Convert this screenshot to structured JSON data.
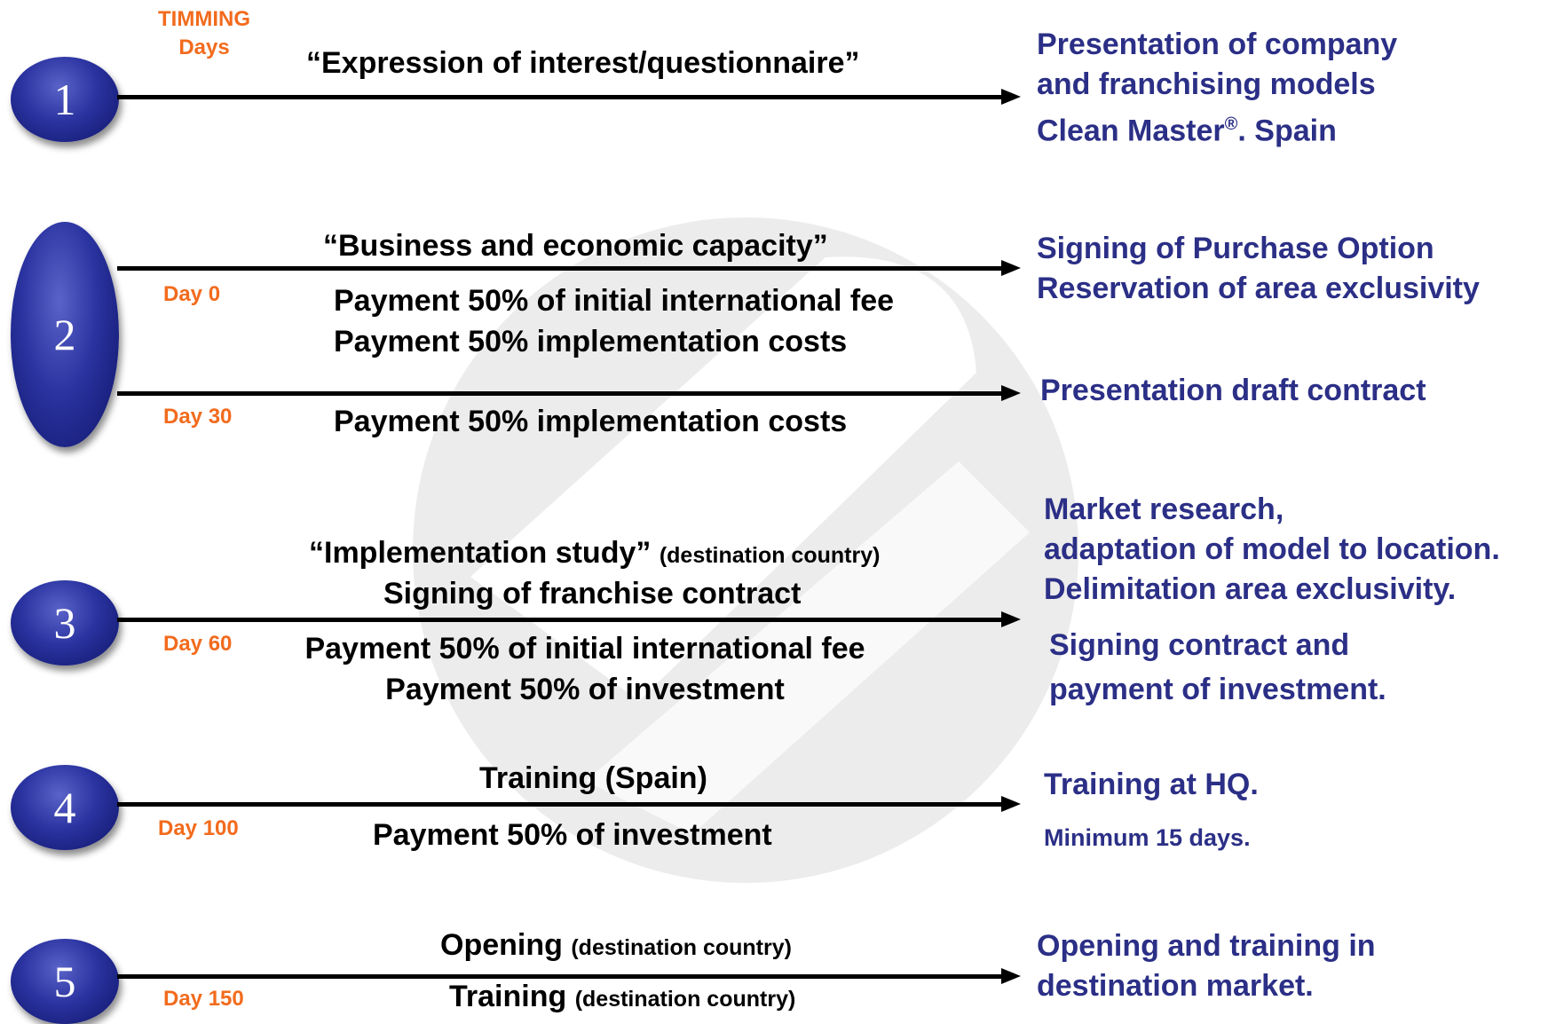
{
  "timing_header": {
    "line1": "TIMMING",
    "line2": "Days"
  },
  "steps": [
    {
      "number": "1",
      "top_label": "“Expression of interest/questionnaire”",
      "outcome": [
        "Presentation of company",
        "and franchising models",
        "Clean Master",
        "®",
        ". Spain"
      ]
    },
    {
      "number": "2",
      "top_label": "“Business and economic capacity”",
      "day_a": "Day 0",
      "payments_a": [
        "Payment 50% of initial international fee",
        "Payment 50% implementation costs"
      ],
      "outcome_a": [
        "Signing of Purchase Option",
        "Reservation of area exclusivity"
      ],
      "day_b": "Day 30",
      "payment_b": "Payment 50% implementation costs",
      "outcome_b": "Presentation draft contract"
    },
    {
      "number": "3",
      "top_label": "“Implementation study”",
      "top_label_note": "(destination country)",
      "top_label_2": "Signing of franchise contract",
      "day": "Day 60",
      "payments": [
        "Payment 50% of initial international fee",
        "Payment 50% of investment"
      ],
      "outcome": [
        "Market research,",
        "adaptation of model to location.",
        "Delimitation area exclusivity."
      ],
      "outcome_2": [
        "Signing contract and",
        "payment of investment."
      ]
    },
    {
      "number": "4",
      "top_label": "Training (Spain)",
      "day": "Day 100",
      "payment": "Payment 50% of investment",
      "outcome": "Training at HQ.",
      "outcome_small": "Minimum 15 days."
    },
    {
      "number": "5",
      "top_label": "Opening",
      "top_label_note": "(destination country)",
      "day": "Day 150",
      "bottom_label": "Training",
      "bottom_label_note": "(destination country)",
      "outcome": [
        "Opening and training in",
        "destination market."
      ]
    }
  ],
  "colors": {
    "timing": "#f26b1d",
    "outcome": "#2b2f86",
    "oval": "#2a33a0"
  }
}
